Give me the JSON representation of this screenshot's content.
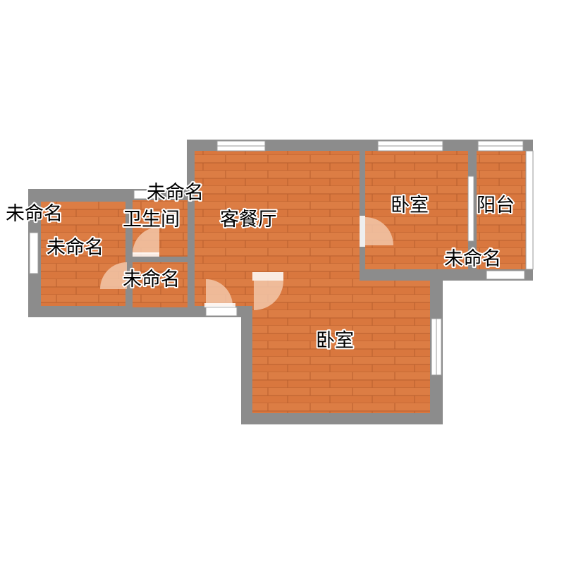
{
  "colors": {
    "wall": "#8c8c8c",
    "floor": "#d9773e",
    "floor_plank_line": "#b85f2e",
    "window_frame": "#ffffff",
    "window_line": "#9a9a9a",
    "door": "#f2c6a8",
    "label_text": "#000000"
  },
  "icons": {
    "door_swing": "door-swing-icon",
    "window": "window-icon"
  },
  "labels": {
    "unnamed_far_left": "未命名",
    "unnamed_top_left": "未命名",
    "bathroom": "卫生间",
    "living_dining": "客餐厅",
    "bedroom_top": "卧室",
    "balcony": "阳台",
    "unnamed_left_room": "未命名",
    "unnamed_small": "未命名",
    "unnamed_right": "未命名",
    "bedroom_main": "卧室"
  }
}
